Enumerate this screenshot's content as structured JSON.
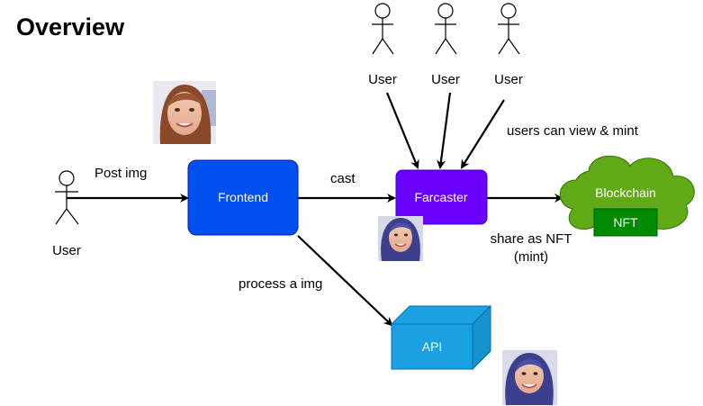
{
  "title": "Overview",
  "actors": {
    "left_user": "User",
    "top_users": [
      "User",
      "User",
      "User"
    ]
  },
  "nodes": {
    "frontend": "Frontend",
    "farcaster": "Farcaster",
    "blockchain": "Blockchain",
    "nft": "NFT",
    "api": "API"
  },
  "edges": {
    "post_img": "Post img",
    "cast": "cast",
    "users_view_mint": "users can view & mint",
    "share_as_nft_1": "share as NFT",
    "share_as_nft_2": "(mint)",
    "process_img": "process a img"
  },
  "colors": {
    "frontend": "#0050EF",
    "farcaster": "#6A00FF",
    "blockchain": "#60A917",
    "nft": "#008A00",
    "api": "#1BA1E2"
  },
  "images": [
    "portrait-photo",
    "portrait-photo-blue-hair",
    "portrait-photo-blue-hair"
  ]
}
